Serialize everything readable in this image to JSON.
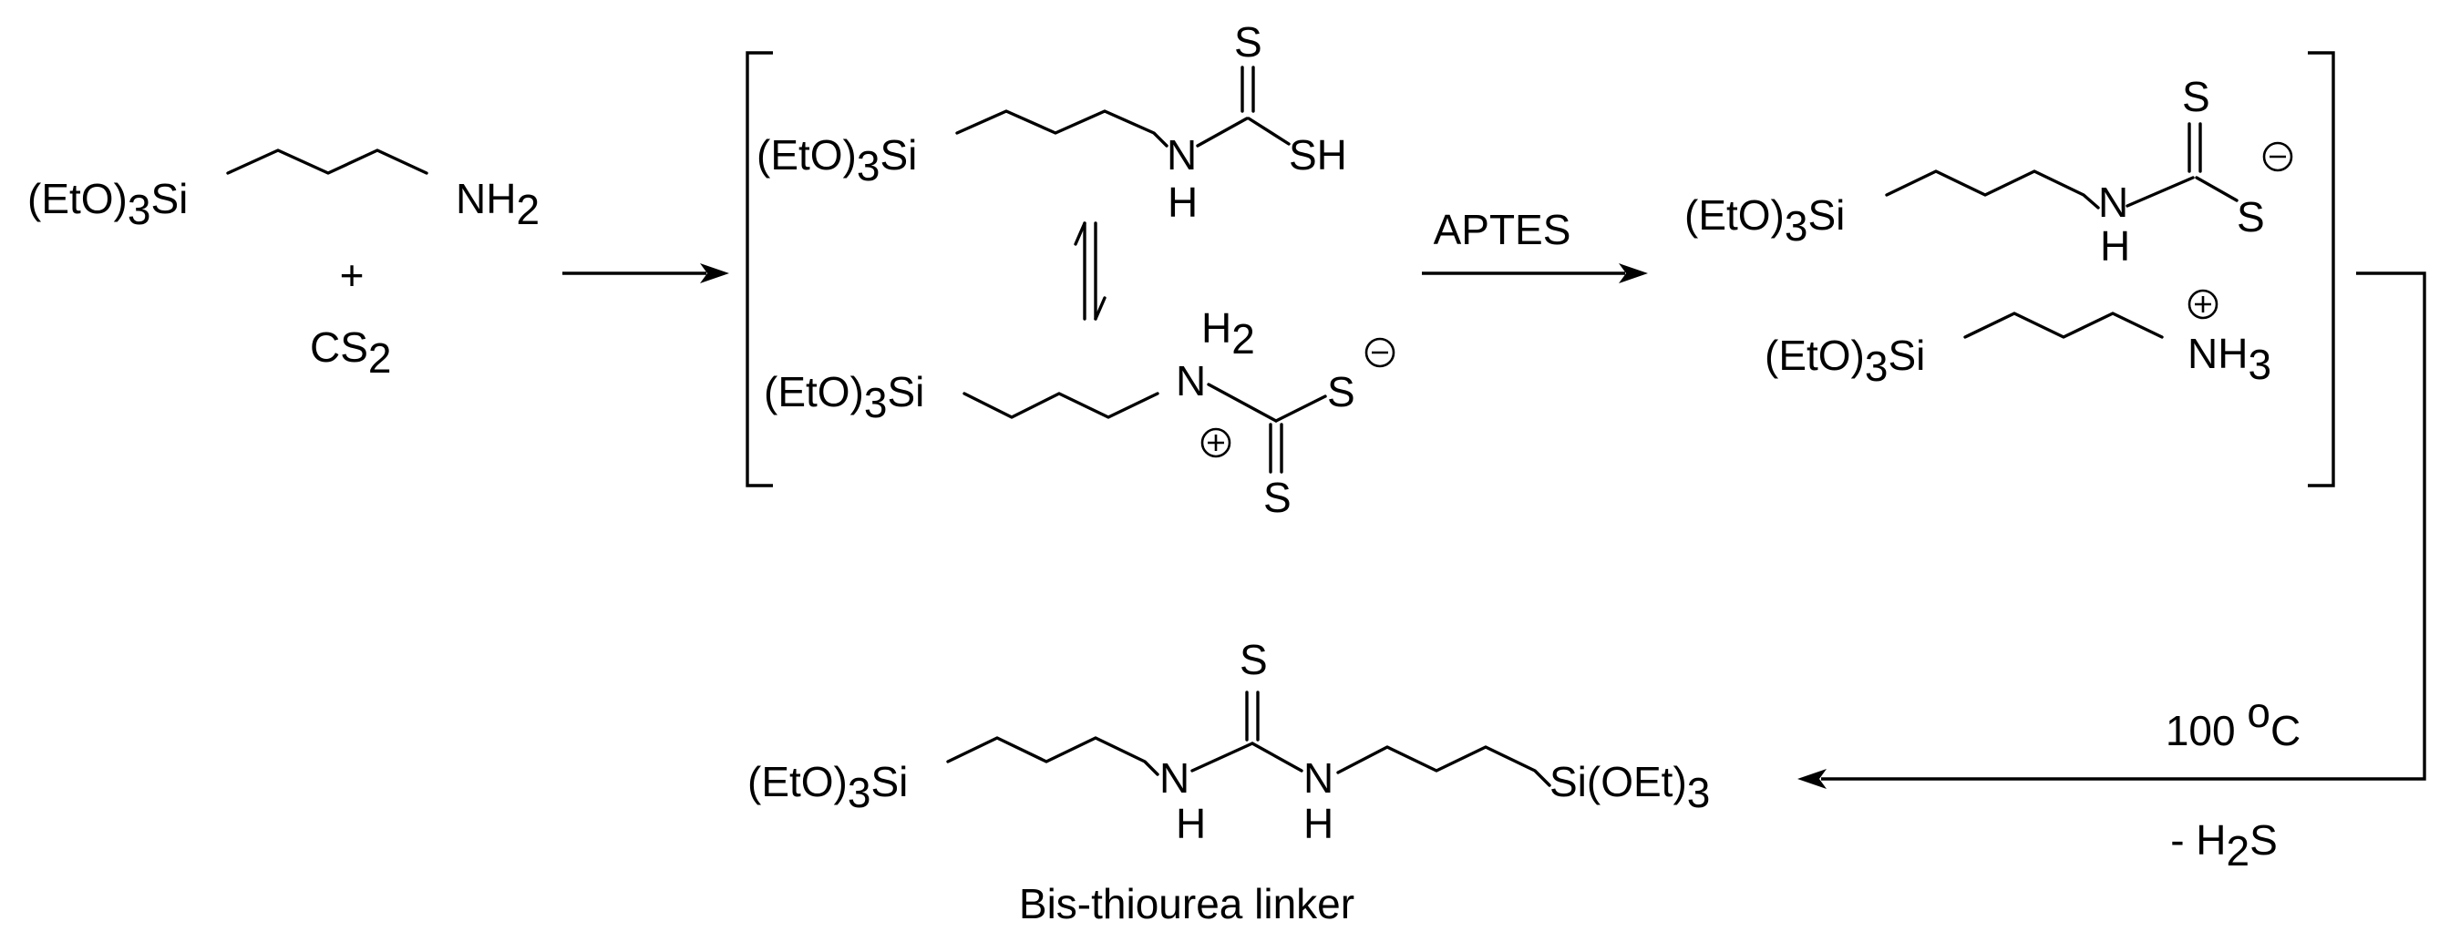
{
  "reactants": {
    "aptes_group": "(EtO)",
    "aptes_sub": "3",
    "aptes_si": "Si",
    "amine_n": "NH",
    "amine_sub": "2",
    "plus": "+",
    "cs2_main": "CS",
    "cs2_sub": "2"
  },
  "intermediate_acid": {
    "group": "(EtO)",
    "sub": "3",
    "si": "Si",
    "n": "N",
    "h": "H",
    "s_top": "S",
    "sh": "SH"
  },
  "zwitterion": {
    "group": "(EtO)",
    "sub": "3",
    "si": "Si",
    "h2_main": "H",
    "h2_sub": "2",
    "n": "N",
    "s_right": "S",
    "s_bottom": "S"
  },
  "step2": {
    "reagent": "APTES"
  },
  "salt_anion": {
    "group": "(EtO)",
    "sub": "3",
    "si": "Si",
    "n": "N",
    "h": "H",
    "s_top": "S",
    "s_right": "S"
  },
  "salt_cation": {
    "group": "(EtO)",
    "sub": "3",
    "si": "Si",
    "nh3_main": "NH",
    "nh3_sub": "3"
  },
  "step3": {
    "temp_value": "100 ",
    "temp_deg": "o",
    "temp_unit": "C",
    "loss_prefix": "- H",
    "loss_sub": "2",
    "loss_suffix": "S"
  },
  "product": {
    "group": "(EtO)",
    "sub": "3",
    "si_left": "Si",
    "n_left": "N",
    "h_left": "H",
    "s_top": "S",
    "n_right": "N",
    "h_right": "H",
    "si_right": "Si(OEt)",
    "sub_right": "3",
    "caption": "Bis-thiourea linker"
  }
}
